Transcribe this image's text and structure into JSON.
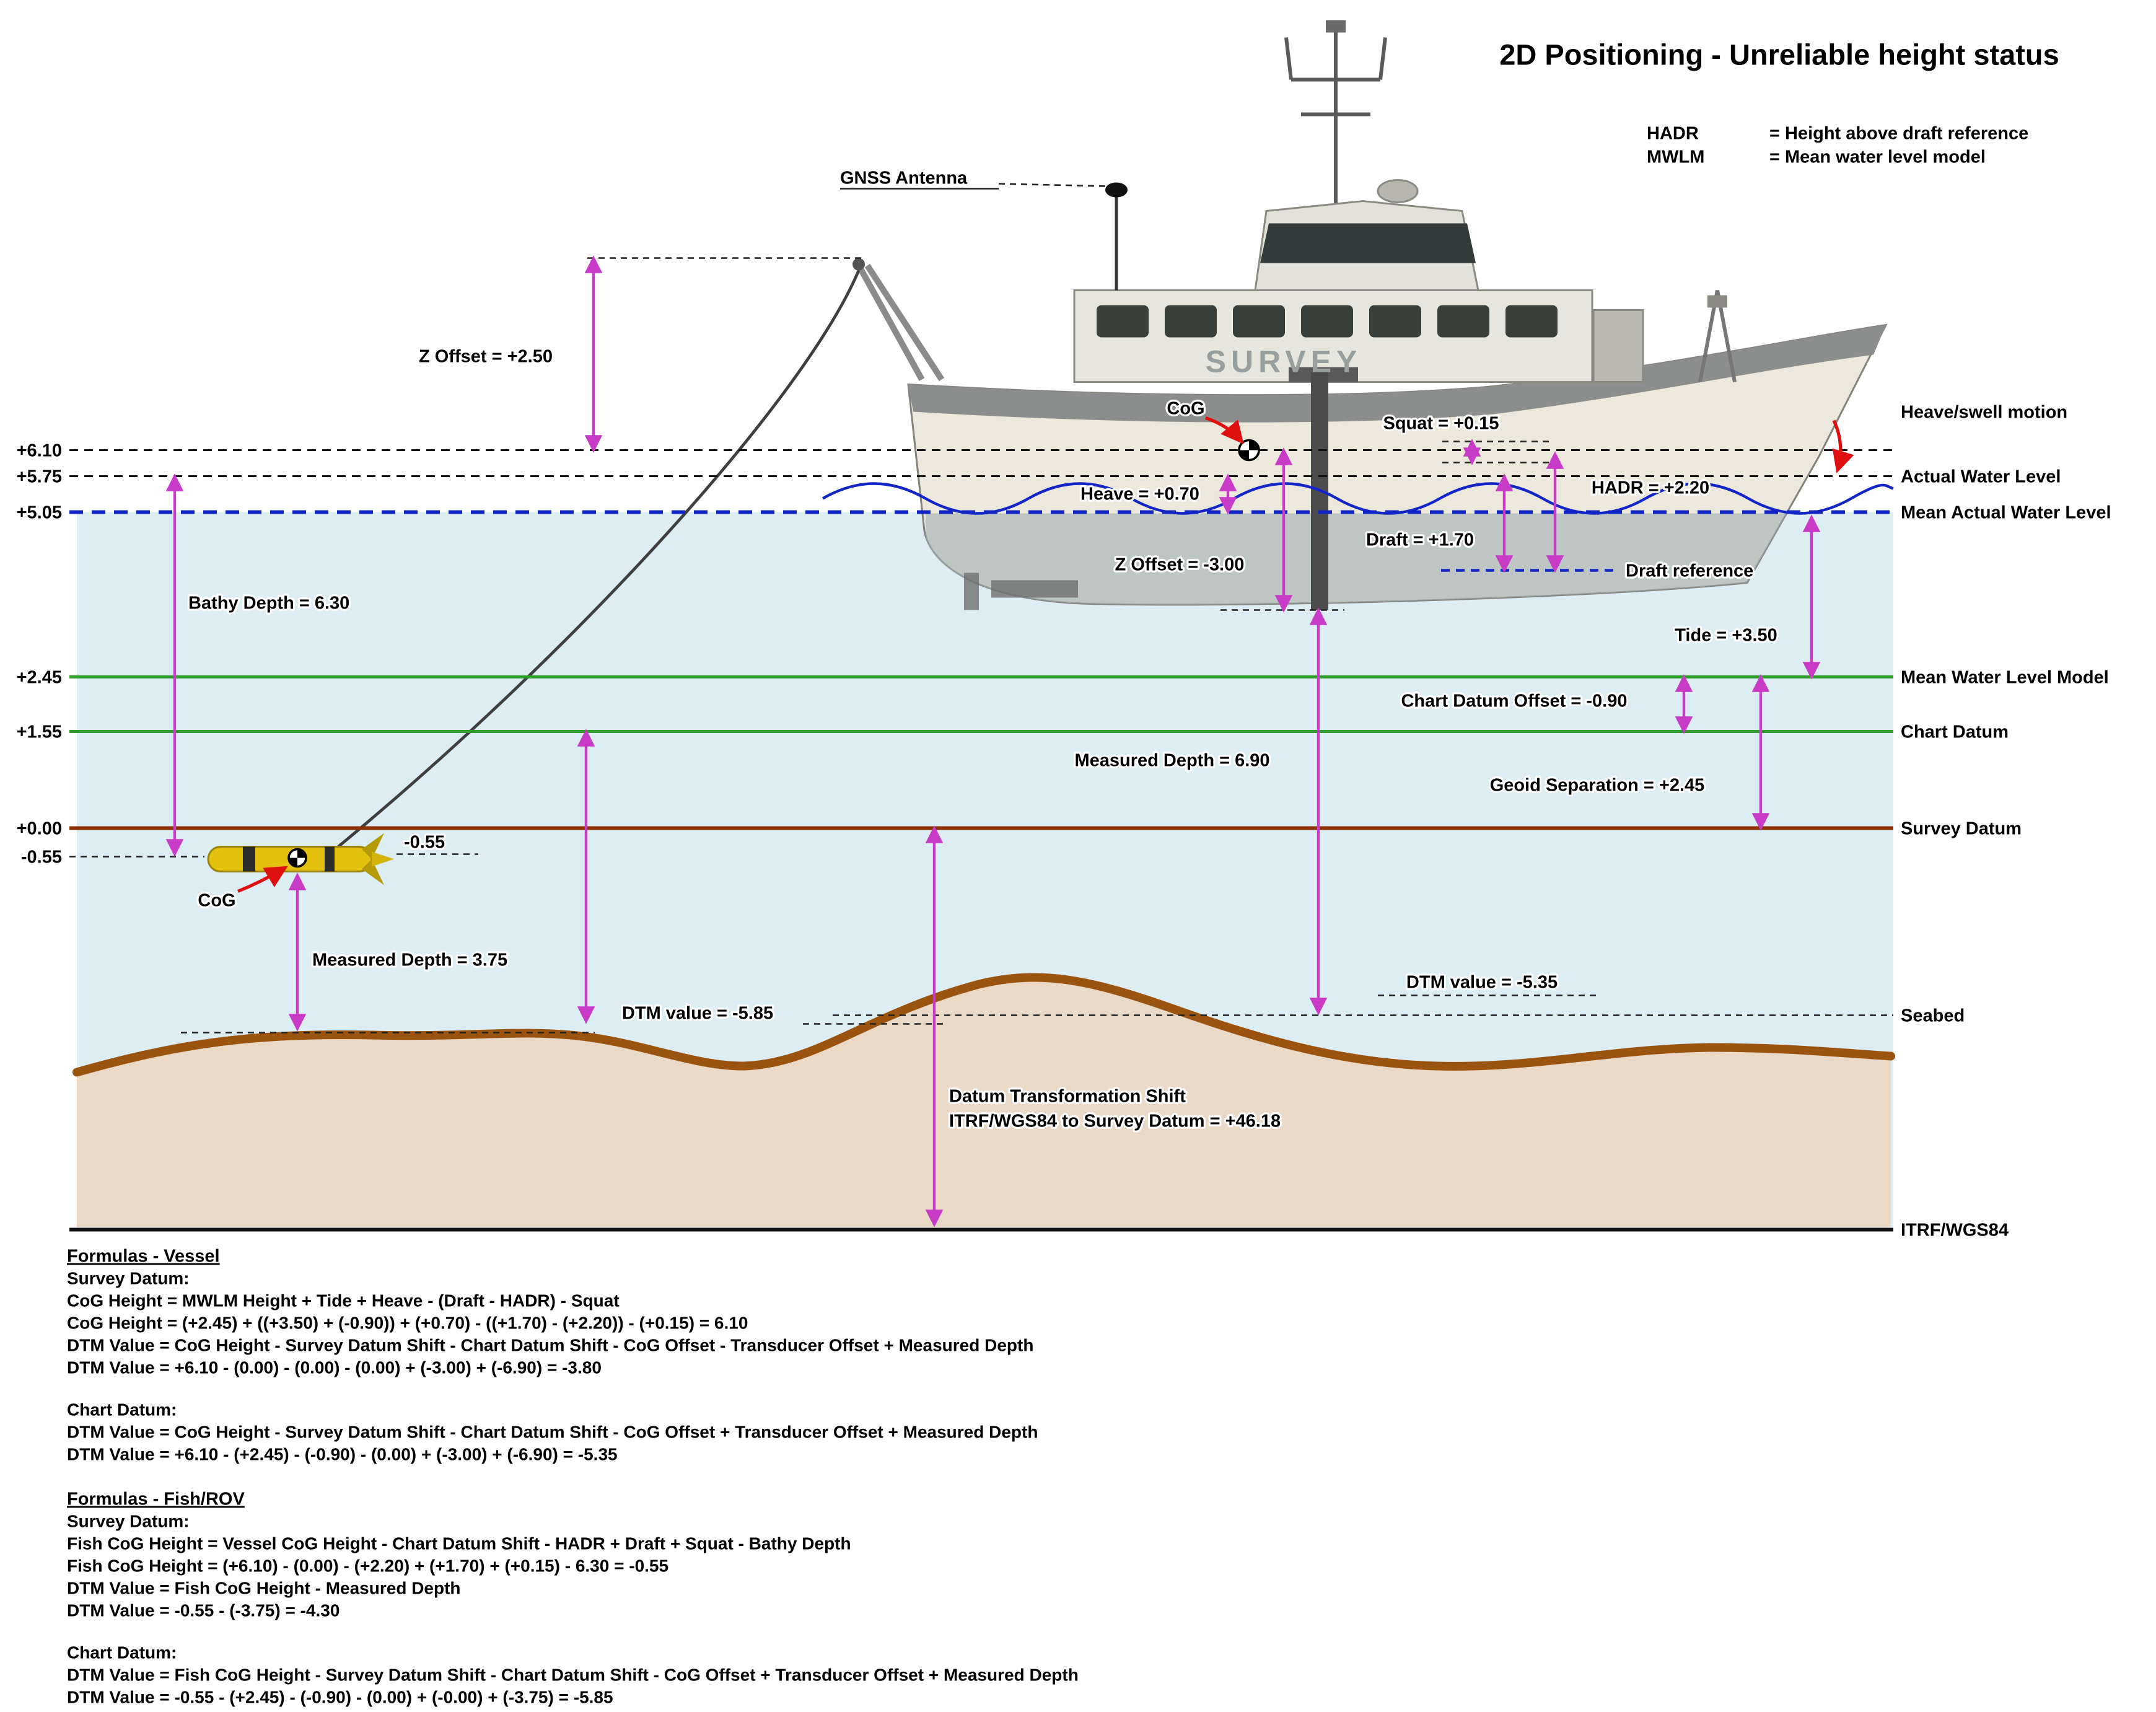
{
  "title": "2D Positioning - Unreliable height status",
  "legend": {
    "hadr_term": "HADR",
    "hadr_def": "= Height above draft reference",
    "mwlm_term": "MWLM",
    "mwlm_def": "= Mean water level model"
  },
  "scale": {
    "p610": "+6.10",
    "p575": "+5.75",
    "p505": "+5.05",
    "p245": "+2.45",
    "p155": "+1.55",
    "p000": "+0.00",
    "m055": "-0.55"
  },
  "labels": {
    "gnss_antenna": "GNSS Antenna",
    "z_offset_antenna": "Z Offset = +2.50",
    "cog_vessel": "CoG",
    "squat": "Squat = +0.15",
    "heave_swell_motion": "Heave/swell motion",
    "actual_water_level": "Actual Water Level",
    "mean_actual_water_level": "Mean Actual Water Level",
    "heave": "Heave = +0.70",
    "hadr": "HADR = +2.20",
    "draft": "Draft = +1.70",
    "z_offset_transducer": "Z Offset = -3.00",
    "draft_reference": "Draft reference",
    "tide": "Tide = +3.50",
    "bathy_depth": "Bathy Depth = 6.30",
    "mean_water_level_model": "Mean Water Level Model",
    "chart_datum_offset": "Chart Datum Offset = -0.90",
    "chart_datum": "Chart Datum",
    "measured_depth_vessel": "Measured Depth = 6.90",
    "geoid_separation": "Geoid Separation = +2.45",
    "survey_datum": "Survey Datum",
    "fish_level": "-0.55",
    "cog_fish": "CoG",
    "measured_depth_fish": "Measured Depth = 3.75",
    "dtm_value_fish": "DTM value = -5.85",
    "dtm_value_vessel": "DTM value = -5.35",
    "seabed": "Seabed",
    "datum_shift_line1": "Datum Transformation Shift",
    "datum_shift_line2": "ITRF/WGS84 to Survey Datum = +46.18",
    "itrf_wgs84": "ITRF/WGS84",
    "vessel_name": "SURVEY"
  },
  "formulas": {
    "vessel_heading": "Formulas - Vessel",
    "vessel_survey_heading": "Survey Datum:",
    "vessel_survey": [
      "CoG Height = MWLM Height + Tide + Heave - (Draft - HADR) - Squat",
      "CoG Height = (+2.45) + ((+3.50) + (-0.90)) + (+0.70) - ((+1.70) - (+2.20)) - (+0.15) = 6.10",
      "DTM Value = CoG Height - Survey Datum Shift - Chart Datum Shift - CoG Offset - Transducer Offset + Measured Depth",
      "DTM Value = +6.10 - (0.00) - (0.00) - (0.00) + (-3.00) + (-6.90) = -3.80"
    ],
    "vessel_chart_heading": "Chart Datum:",
    "vessel_chart": [
      "DTM Value = CoG Height - Survey Datum Shift - Chart Datum Shift - CoG Offset + Transducer Offset + Measured Depth",
      "DTM Value = +6.10 - (+2.45) - (-0.90) - (0.00) + (-3.00) + (-6.90) = -5.35"
    ],
    "fish_heading": "Formulas - Fish/ROV",
    "fish_survey_heading": "Survey Datum:",
    "fish_survey": [
      "Fish CoG Height = Vessel CoG Height - Chart Datum Shift - HADR + Draft + Squat - Bathy Depth",
      "Fish CoG Height = (+6.10) - (0.00) - (+2.20) + (+1.70) + (+0.15) - 6.30 = -0.55",
      "DTM Value = Fish CoG Height - Measured Depth",
      "DTM Value = -0.55 - (-3.75) = -4.30"
    ],
    "fish_chart_heading": "Chart Datum:",
    "fish_chart": [
      "DTM Value = Fish CoG Height - Survey Datum Shift - Chart Datum Shift - CoG Offset + Transducer Offset + Measured Depth",
      "DTM Value = -0.55 - (+2.45) - (-0.90) - (0.00) + (-0.00) + (-3.75) = -5.85"
    ]
  },
  "colors": {
    "measurement_arrow": "#c73bc7",
    "pointer_arrow": "#e01010",
    "water_fill": "#ddedf4",
    "seabed_fill": "#ead9c7",
    "seabed_line": "#9a540f",
    "mwlm_and_chart_datum_lines": "#2f9e2f",
    "survey_datum_line": "#8b3000",
    "mean_actual_water_level_line": "#1226c8",
    "towfish": "#e3c20e"
  }
}
